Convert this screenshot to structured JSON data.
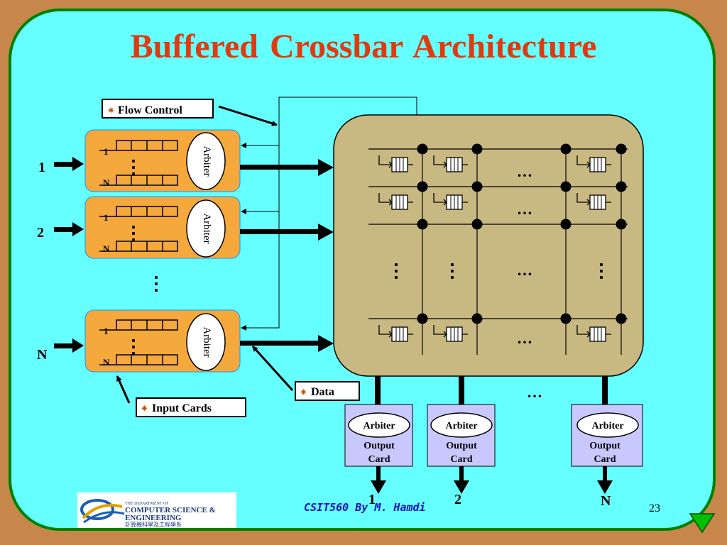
{
  "slide": {
    "title": "Buffered Crossbar  Architecture",
    "footer": "CSIT560 By M. Hamdi",
    "page_number": "23"
  },
  "logo": {
    "line1": "THE DEPARTMENT OF",
    "line2": "COMPUTER SCIENCE &",
    "line3": "ENGINEERING",
    "line4": "計算機科學及工程學系"
  },
  "callouts": {
    "flow_control": "Flow Control",
    "data": "Data",
    "input_cards": "Input Cards"
  },
  "inputs": {
    "card_label": "Arbiter",
    "queue_first": "1",
    "queue_last": "N",
    "ports": [
      "1",
      "2",
      "N"
    ],
    "ellipsis": "⋮"
  },
  "outputs": {
    "arbiter_label": "Arbiter",
    "card_label_line1": "Output",
    "card_label_line2": "Card",
    "ports": [
      "1",
      "2",
      "N"
    ],
    "ellipsis": "…"
  },
  "fabric": {
    "row_ellipsis": "…",
    "col_ellipsis": "⋮"
  },
  "colors": {
    "background": "#c8874a",
    "slide": "#66ffff",
    "border": "#008000",
    "title": "#e03a10",
    "input_card": "#f5a83c",
    "fabric": "#c8b882",
    "output_card": "#c8c8ff",
    "footer": "#1010c0"
  }
}
